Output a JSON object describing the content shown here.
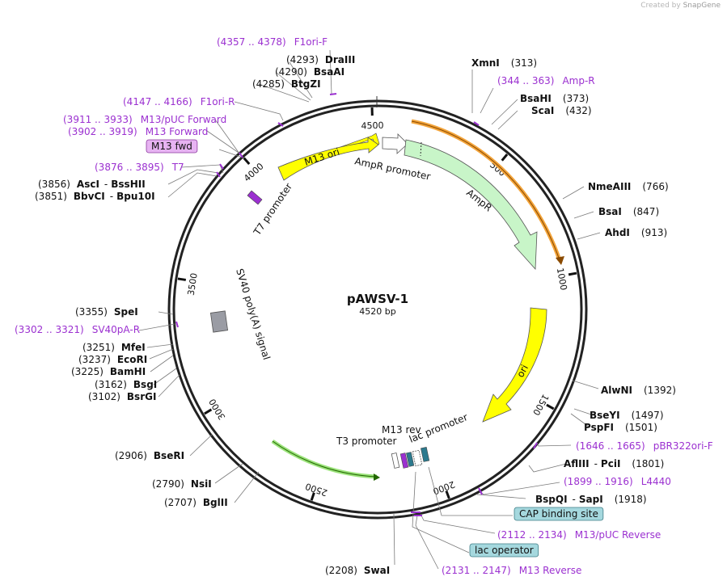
{
  "credit": {
    "prefix": "Created by",
    "brand": "SnapGene"
  },
  "plasmid": {
    "name": "pAWSV-1",
    "length_label": "4520 bp",
    "length_bp": 4520
  },
  "colors": {
    "backbone": "#222222",
    "primer": "#9b30d0",
    "site": "#111111",
    "amp": "#c8f5c8",
    "amp_stroke": "#44aa66",
    "ori": "#ffff00",
    "m13ori": "#ffff00",
    "orange": "#f3a43a",
    "green": "#9be37a",
    "teal": "#a5d8de",
    "sv40": "#9a9ca4"
  },
  "ticks": [
    "500",
    "1000",
    "1500",
    "2000",
    "2500",
    "3000",
    "3500",
    "4000",
    "4500"
  ],
  "features": [
    {
      "name": "M13 ori",
      "label": "M13 ori"
    },
    {
      "name": "AmpR promoter",
      "label": "AmpR promoter"
    },
    {
      "name": "AmpR",
      "label": "AmpR"
    },
    {
      "name": "ori",
      "label": "ori"
    },
    {
      "name": "M13 rev",
      "label": "M13 rev"
    },
    {
      "name": "lac promoter",
      "label": "lac promoter"
    },
    {
      "name": "T3 promoter",
      "label": "T3 promoter"
    },
    {
      "name": "T7 promoter",
      "label": "T7 promoter"
    },
    {
      "name": "SV40 poly(A) signal",
      "label": "SV40 poly(A) signal"
    }
  ],
  "labels": [
    {
      "id": "f1ori-f",
      "kind": "primer",
      "range": "(4357 .. 4378)",
      "name": "F1ori-F"
    },
    {
      "id": "draiii",
      "kind": "site",
      "pos": "(4293)",
      "name": "DraIII"
    },
    {
      "id": "bsaai",
      "kind": "site",
      "pos": "(4290)",
      "name": "BsaAI"
    },
    {
      "id": "btgzi",
      "kind": "site",
      "pos": "(4285)",
      "name": "BtgZI"
    },
    {
      "id": "f1ori-r",
      "kind": "primer",
      "range": "(4147 .. 4166)",
      "name": "F1ori-R"
    },
    {
      "id": "m13puc-fwd",
      "kind": "primer",
      "range": "(3911 .. 3933)",
      "name": "M13/pUC Forward"
    },
    {
      "id": "m13-forward",
      "kind": "primer",
      "range": "(3902 .. 3919)",
      "name": "M13 Forward"
    },
    {
      "id": "m13fwd-box",
      "kind": "box",
      "name": "M13 fwd"
    },
    {
      "id": "t7",
      "kind": "primer",
      "range": "(3876 .. 3895)",
      "name": "T7"
    },
    {
      "id": "asci",
      "kind": "site",
      "pos": "(3856)",
      "name": "AscI",
      "name2": "BssHII"
    },
    {
      "id": "bbvci",
      "kind": "site",
      "pos": "(3851)",
      "name": "BbvCI",
      "name2": "Bpu10I"
    },
    {
      "id": "xmni",
      "kind": "site",
      "pos": "(313)",
      "name": "XmnI"
    },
    {
      "id": "amp-r",
      "kind": "primer",
      "range": "(344 .. 363)",
      "name": "Amp-R"
    },
    {
      "id": "bsahi",
      "kind": "site",
      "pos": "(373)",
      "name": "BsaHI"
    },
    {
      "id": "scai",
      "kind": "site",
      "pos": "(432)",
      "name": "ScaI"
    },
    {
      "id": "nmeaiii",
      "kind": "site",
      "pos": "(766)",
      "name": "NmeAIII"
    },
    {
      "id": "bsai",
      "kind": "site",
      "pos": "(847)",
      "name": "BsaI"
    },
    {
      "id": "ahdi",
      "kind": "site",
      "pos": "(913)",
      "name": "AhdI"
    },
    {
      "id": "spei",
      "kind": "site",
      "pos": "(3355)",
      "name": "SpeI"
    },
    {
      "id": "sv40pa-r",
      "kind": "primer",
      "range": "(3302 .. 3321)",
      "name": "SV40pA-R"
    },
    {
      "id": "mfei",
      "kind": "site",
      "pos": "(3251)",
      "name": "MfeI"
    },
    {
      "id": "ecori",
      "kind": "site",
      "pos": "(3237)",
      "name": "EcoRI"
    },
    {
      "id": "bamhi",
      "kind": "site",
      "pos": "(3225)",
      "name": "BamHI"
    },
    {
      "id": "bsgi",
      "kind": "site",
      "pos": "(3162)",
      "name": "BsgI"
    },
    {
      "id": "bsrgi",
      "kind": "site",
      "pos": "(3102)",
      "name": "BsrGI"
    },
    {
      "id": "alwni",
      "kind": "site",
      "pos": "(1392)",
      "name": "AlwNI"
    },
    {
      "id": "bseyi",
      "kind": "site",
      "pos": "(1497)",
      "name": "BseYI"
    },
    {
      "id": "pspfi",
      "kind": "site",
      "pos": "(1501)",
      "name": "PspFI"
    },
    {
      "id": "pbr322ori-f",
      "kind": "primer",
      "range": "(1646 .. 1665)",
      "name": "pBR322ori-F"
    },
    {
      "id": "afliii",
      "kind": "site",
      "pos": "(1801)",
      "name": "AflIII",
      "name2": "PciI"
    },
    {
      "id": "l4440",
      "kind": "primer",
      "range": "(1899 .. 1916)",
      "name": "L4440"
    },
    {
      "id": "bspqi",
      "kind": "site",
      "pos": "(1918)",
      "name": "BspQI",
      "name2": "SapI"
    },
    {
      "id": "cap-site",
      "kind": "box",
      "name": "CAP binding site"
    },
    {
      "id": "m13puc-rev",
      "kind": "primer",
      "range": "(2112 .. 2134)",
      "name": "M13/pUC Reverse"
    },
    {
      "id": "lac-operator",
      "kind": "box",
      "name": "lac operator"
    },
    {
      "id": "m13-reverse",
      "kind": "primer",
      "range": "(2131 .. 2147)",
      "name": "M13 Reverse"
    },
    {
      "id": "swai",
      "kind": "site",
      "pos": "(2208)",
      "name": "SwaI"
    },
    {
      "id": "bseri",
      "kind": "site",
      "pos": "(2906)",
      "name": "BseRI"
    },
    {
      "id": "nsii",
      "kind": "site",
      "pos": "(2790)",
      "name": "NsiI"
    },
    {
      "id": "bglii",
      "kind": "site",
      "pos": "(2707)",
      "name": "BglII"
    }
  ]
}
